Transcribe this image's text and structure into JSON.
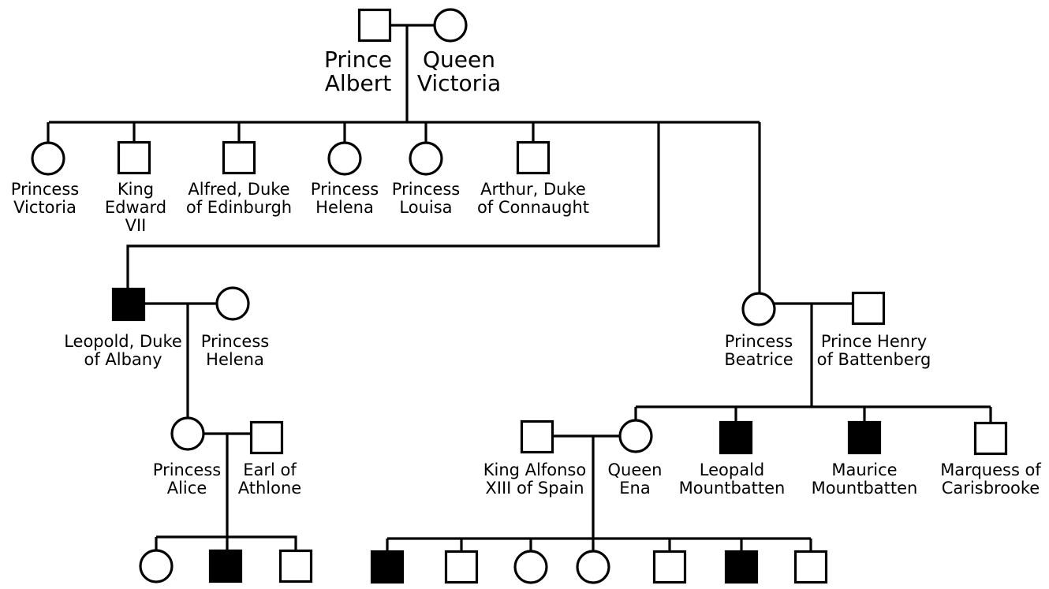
{
  "title": "Royal pedigree chart (haemophilia inheritance)",
  "legend": {
    "square": "male",
    "circle": "female",
    "filled": "affected"
  },
  "colors": {
    "stroke": "#000000",
    "affected": "#000000",
    "unaffected": "#ffffff",
    "background": "#ffffff"
  },
  "people": {
    "albert": {
      "name": [
        "Prince",
        "Albert"
      ],
      "sex": "male",
      "affected": false
    },
    "victoria": {
      "name": [
        "Queen",
        "Victoria"
      ],
      "sex": "female",
      "affected": false
    },
    "princess_victoria": {
      "name": [
        "Princess",
        "Victoria"
      ],
      "sex": "female",
      "affected": false
    },
    "edward": {
      "name": [
        "King",
        "Edward",
        "VII"
      ],
      "sex": "male",
      "affected": false
    },
    "alfred": {
      "name": [
        "Alfred, Duke",
        "of Edinburgh"
      ],
      "sex": "male",
      "affected": false
    },
    "helena": {
      "name": [
        "Princess",
        "Helena"
      ],
      "sex": "female",
      "affected": false
    },
    "louisa": {
      "name": [
        "Princess",
        "Louisa"
      ],
      "sex": "female",
      "affected": false
    },
    "arthur": {
      "name": [
        "Arthur, Duke",
        "of Connaught"
      ],
      "sex": "male",
      "affected": false
    },
    "leopold": {
      "name": [
        "Leopold, Duke",
        "of Albany"
      ],
      "sex": "male",
      "affected": true
    },
    "helena_waldeck": {
      "name": [
        "Princess",
        "Helena"
      ],
      "sex": "female",
      "affected": false
    },
    "beatrice": {
      "name": [
        "Princess",
        "Beatrice"
      ],
      "sex": "female",
      "affected": false
    },
    "henry": {
      "name": [
        "Prince Henry",
        "of Battenberg"
      ],
      "sex": "male",
      "affected": false
    },
    "alice": {
      "name": [
        "Princess",
        "Alice"
      ],
      "sex": "female",
      "affected": false
    },
    "athlone": {
      "name": [
        "Earl of",
        "Athlone"
      ],
      "sex": "male",
      "affected": false
    },
    "alfonso": {
      "name": [
        "King Alfonso",
        "XIII of Spain"
      ],
      "sex": "male",
      "affected": false
    },
    "ena": {
      "name": [
        "Queen",
        "Ena"
      ],
      "sex": "female",
      "affected": false
    },
    "leopold_m": {
      "name": [
        "Leopald",
        "Mountbatten"
      ],
      "sex": "male",
      "affected": true
    },
    "maurice_m": {
      "name": [
        "Maurice",
        "Mountbatten"
      ],
      "sex": "male",
      "affected": true
    },
    "carisbrooke": {
      "name": [
        "Marquess of",
        "Carisbrooke"
      ],
      "sex": "male",
      "affected": false
    }
  },
  "athlone_children": [
    {
      "sex": "female",
      "affected": false
    },
    {
      "sex": "male",
      "affected": true
    },
    {
      "sex": "male",
      "affected": false
    }
  ],
  "spain_children": [
    {
      "sex": "male",
      "affected": true
    },
    {
      "sex": "male",
      "affected": false
    },
    {
      "sex": "female",
      "affected": false
    },
    {
      "sex": "female",
      "affected": false
    },
    {
      "sex": "male",
      "affected": false
    },
    {
      "sex": "male",
      "affected": true
    },
    {
      "sex": "male",
      "affected": false
    }
  ]
}
